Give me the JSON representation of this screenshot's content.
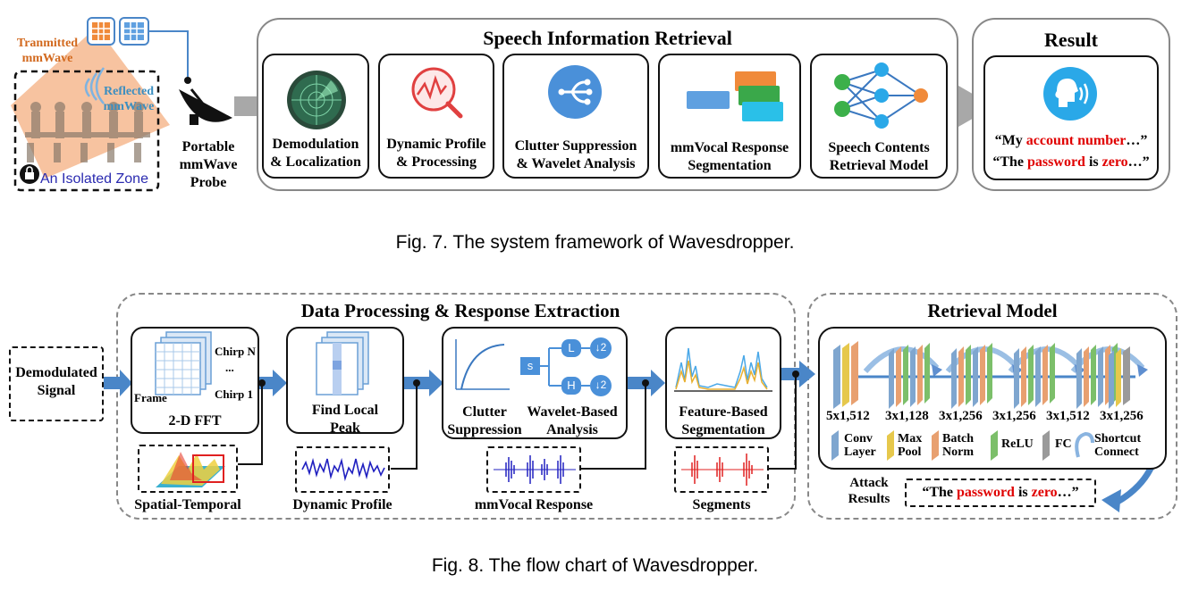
{
  "fig7": {
    "transmitted": "Tranmitted\nmmWave",
    "reflected": "Reflected\nmmWave",
    "zone_label": "An Isolated Zone",
    "probe_label": "Portable\nmmWave\nProbe",
    "sir_title": "Speech Information Retrieval",
    "steps": [
      "Demodulation\n& Localization",
      "Dynamic Profile\n& Processing",
      "Clutter Suppression\n& Wavelet Analysis",
      "mmVocal Response\nSegmentation",
      "Speech Contents\nRetrieval Model"
    ],
    "result_title": "Result",
    "result_line1": {
      "q": "“My ",
      "red": "account number",
      "end": "…”"
    },
    "result_line2": {
      "q": "“The ",
      "red": "password",
      "mid": " is ",
      "red2": "zero",
      "end": "…”"
    },
    "caption": "Fig. 7.  The system framework of Wavesdropper."
  },
  "fig8": {
    "input": "Demodulated\nSignal",
    "dp_title": "Data Processing & Response Extraction",
    "fft_label": "2-D FFT",
    "chirp_n": "Chirp N",
    "dots": "...",
    "chirp_1": "Chirp 1",
    "frame": "Frame",
    "peak_label": "Find Local\nPeak",
    "clutter_label": "Clutter\nSuppression",
    "wavelet_label": "Wavelet-Based\nAnalysis",
    "wl_s": "s",
    "wl_l": "L",
    "wl_h": "H",
    "wl_down": "↓2",
    "seg_label": "Feature-Based\nSegmentation",
    "sub_spatial": "Spatial-Temporal",
    "sub_dynamic": "Dynamic Profile",
    "sub_vocal": "mmVocal Response",
    "sub_segments": "Segments",
    "rm_title": "Retrieval Model",
    "dims": [
      "5x1,512",
      "3x1,128",
      "3x1,256",
      "3x1,256",
      "3x1,512",
      "3x1,256"
    ],
    "legend": [
      "Conv\nLayer",
      "Max\nPool",
      "Batch\nNorm",
      "ReLU",
      "FC",
      "Shortcut\nConnect"
    ],
    "attack": "Attack\nResults",
    "attack_quote": {
      "q": "“The ",
      "red": "password",
      "mid": " is ",
      "red2": "zero",
      "end": "…”"
    },
    "caption": "Fig. 8.  The flow chart of Wavesdropper."
  },
  "colors": {
    "arrow": "#4a86c8",
    "gray_arrow": "#a8a8a8",
    "red": "#e00000",
    "conv": "#7fa6cf",
    "pool": "#e6c84c",
    "norm": "#e8a070",
    "relu": "#7cbf6a",
    "fc": "#9a9a9a"
  }
}
